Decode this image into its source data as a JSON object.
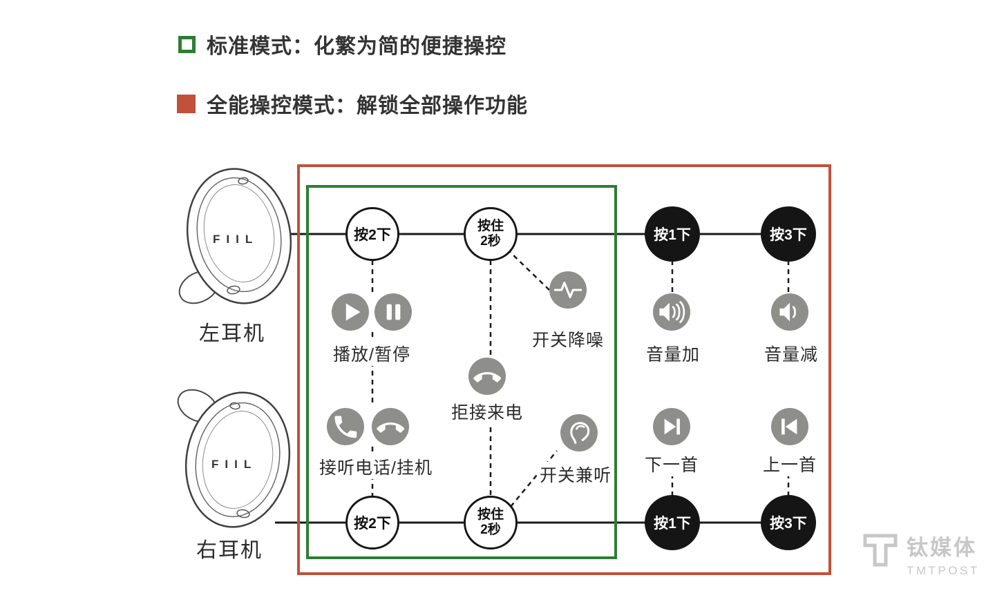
{
  "legend": {
    "standard_mode": {
      "label": "标准模式：化繁为简的便捷操控",
      "color": "#2e7d33"
    },
    "full_mode": {
      "label": "全能操控模式：解锁全部操作功能",
      "color": "#c0513b"
    }
  },
  "earbuds": {
    "left_label": "左耳机",
    "right_label": "右耳机",
    "brand": "FIIL"
  },
  "buttons": {
    "press_twice": "按2下",
    "hold_line1": "按住",
    "hold_line2": "2秒",
    "press_once": "按1下",
    "press_three": "按3下"
  },
  "actions": {
    "play_pause": "播放/暂停",
    "answer_hangup": "接听电话/挂机",
    "anc_toggle": "开关降噪",
    "reject_call": "拒接来电",
    "ambient_toggle": "开关兼听",
    "volume_up": "音量加",
    "volume_down": "音量减",
    "next_track": "下一首",
    "prev_track": "上一首"
  },
  "watermark": {
    "brand": "钛媒体",
    "name": "TMTPOST"
  },
  "colors": {
    "standard_box": "#2e7d33",
    "full_box": "#c0513b",
    "icon_gray": "#8e8e8a",
    "button_black": "#151515"
  }
}
